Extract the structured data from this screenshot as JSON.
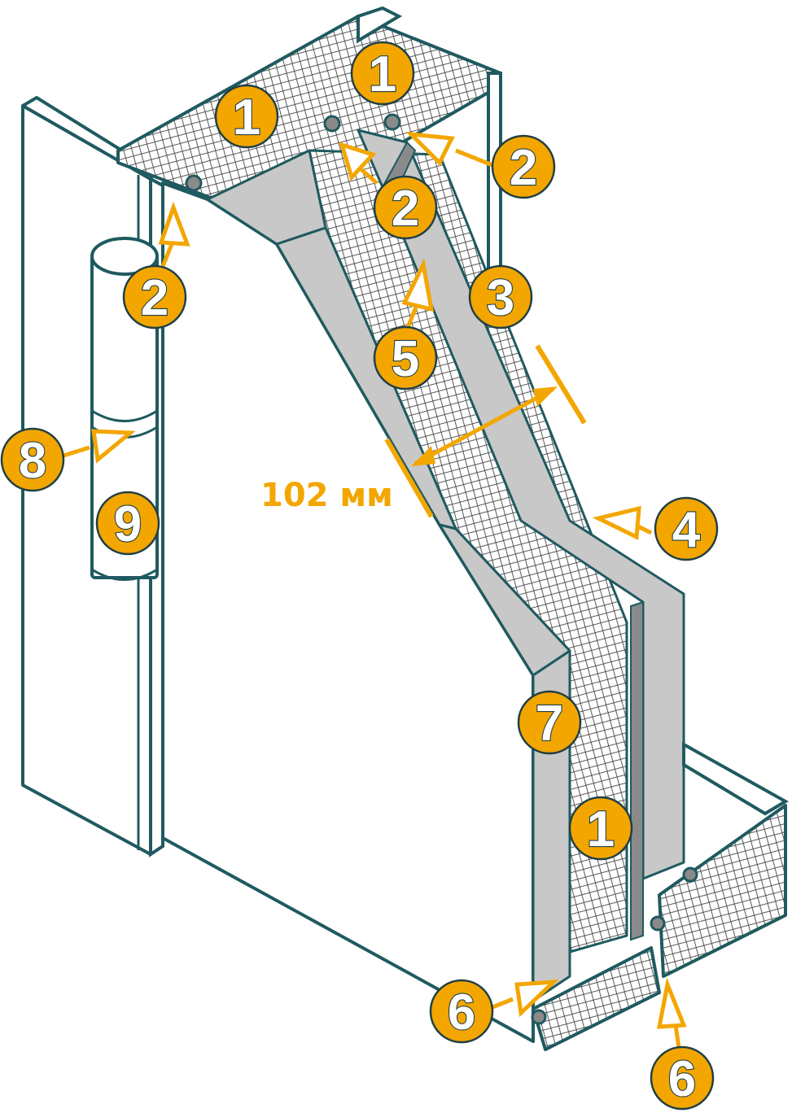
{
  "colors": {
    "outline": "#1f5a60",
    "steel_fill": "#c8c8c8",
    "steel_dark": "#8a8a8a",
    "panel_fill": "#ffffff",
    "insulation_hatch": "#2c2c2c",
    "callout_fill": "#f3a600",
    "callout_text": "#ffffff"
  },
  "dimension": {
    "label": "102 мм"
  },
  "callouts": [
    {
      "id": "c1a",
      "label": "1"
    },
    {
      "id": "c1b",
      "label": "1"
    },
    {
      "id": "c1c",
      "label": "1"
    },
    {
      "id": "c2a",
      "label": "2"
    },
    {
      "id": "c2b",
      "label": "2"
    },
    {
      "id": "c2c",
      "label": "2"
    },
    {
      "id": "c3",
      "label": "3"
    },
    {
      "id": "c4",
      "label": "4"
    },
    {
      "id": "c5",
      "label": "5"
    },
    {
      "id": "c6a",
      "label": "6"
    },
    {
      "id": "c6b",
      "label": "6"
    },
    {
      "id": "c7",
      "label": "7"
    },
    {
      "id": "c8",
      "label": "8"
    },
    {
      "id": "c9",
      "label": "9"
    }
  ]
}
